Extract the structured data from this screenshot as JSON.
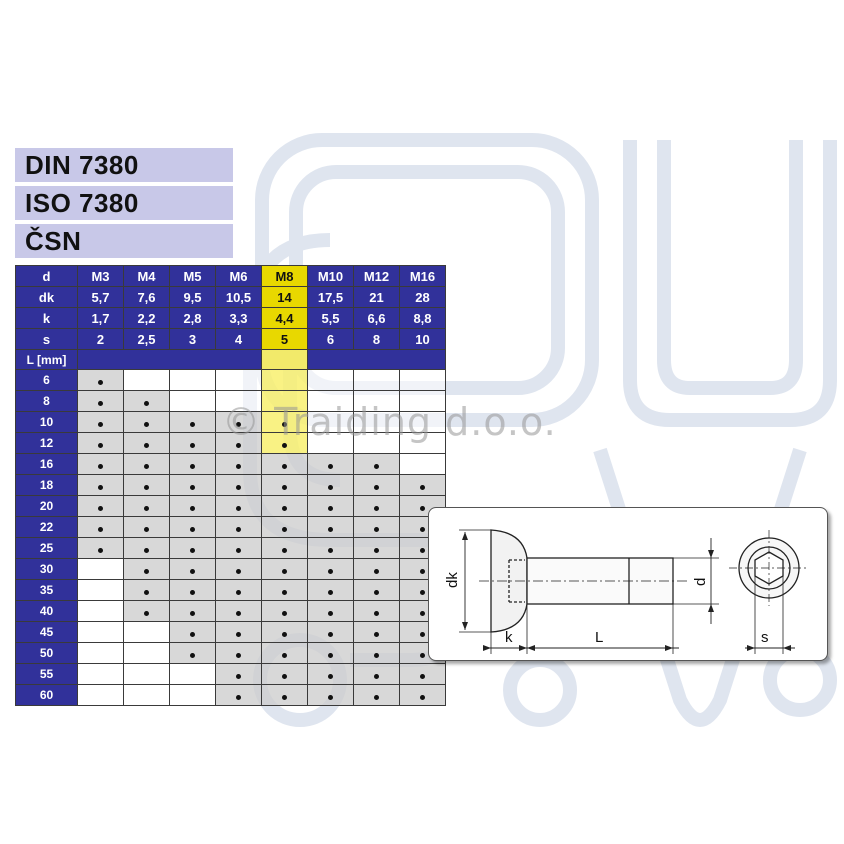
{
  "standards": [
    "DIN 7380",
    "ISO 7380",
    "ČSN"
  ],
  "table": {
    "highlight_column": 4,
    "dimension_rows": [
      {
        "label": "d",
        "values": [
          "M3",
          "M4",
          "M5",
          "M6",
          "M8",
          "M10",
          "M12",
          "M16"
        ]
      },
      {
        "label": "dk",
        "values": [
          "5,7",
          "7,6",
          "9,5",
          "10,5",
          "14",
          "17,5",
          "21",
          "28"
        ]
      },
      {
        "label": "k",
        "values": [
          "1,7",
          "2,2",
          "2,8",
          "3,3",
          "4,4",
          "5,5",
          "6,6",
          "8,8"
        ]
      },
      {
        "label": "s",
        "values": [
          "2",
          "2,5",
          "3",
          "4",
          "5",
          "6",
          "8",
          "10"
        ]
      }
    ],
    "length_header": "L [mm]",
    "length_rows": [
      {
        "L": "6",
        "avail": [
          1,
          0,
          0,
          0,
          0,
          0,
          0,
          0
        ]
      },
      {
        "L": "8",
        "avail": [
          1,
          1,
          0,
          0,
          0,
          0,
          0,
          0
        ]
      },
      {
        "L": "10",
        "avail": [
          1,
          1,
          1,
          1,
          1,
          0,
          0,
          0
        ]
      },
      {
        "L": "12",
        "avail": [
          1,
          1,
          1,
          1,
          1,
          0,
          0,
          0
        ]
      },
      {
        "L": "16",
        "avail": [
          1,
          1,
          1,
          1,
          1,
          1,
          1,
          0
        ]
      },
      {
        "L": "18",
        "avail": [
          1,
          1,
          1,
          1,
          1,
          1,
          1,
          1
        ]
      },
      {
        "L": "20",
        "avail": [
          1,
          1,
          1,
          1,
          1,
          1,
          1,
          1
        ]
      },
      {
        "L": "22",
        "avail": [
          1,
          1,
          1,
          1,
          1,
          1,
          1,
          1
        ]
      },
      {
        "L": "25",
        "avail": [
          1,
          1,
          1,
          1,
          1,
          1,
          1,
          1
        ]
      },
      {
        "L": "30",
        "avail": [
          0,
          1,
          1,
          1,
          1,
          1,
          1,
          1
        ]
      },
      {
        "L": "35",
        "avail": [
          0,
          1,
          1,
          1,
          1,
          1,
          1,
          1
        ]
      },
      {
        "L": "40",
        "avail": [
          0,
          1,
          1,
          1,
          1,
          1,
          1,
          1
        ]
      },
      {
        "L": "45",
        "avail": [
          0,
          0,
          1,
          1,
          1,
          1,
          1,
          1
        ]
      },
      {
        "L": "50",
        "avail": [
          0,
          0,
          1,
          1,
          1,
          1,
          1,
          1
        ]
      },
      {
        "L": "55",
        "avail": [
          0,
          0,
          0,
          1,
          1,
          1,
          1,
          1
        ]
      },
      {
        "L": "60",
        "avail": [
          0,
          0,
          0,
          1,
          1,
          1,
          1,
          1
        ]
      }
    ]
  },
  "copyright": "© Traiding d.o.o.",
  "drawing": {
    "labels": {
      "dk": "dk",
      "d": "d",
      "k": "k",
      "L": "L",
      "s": "s"
    }
  },
  "colors": {
    "header_blue": "#31319a",
    "highlight_yellow": "#e8d800",
    "standard_label_bg": "#c8c8e8"
  },
  "icons": [
    "watermark-logo",
    "bolt-drawing",
    "hex-socket-icon"
  ]
}
